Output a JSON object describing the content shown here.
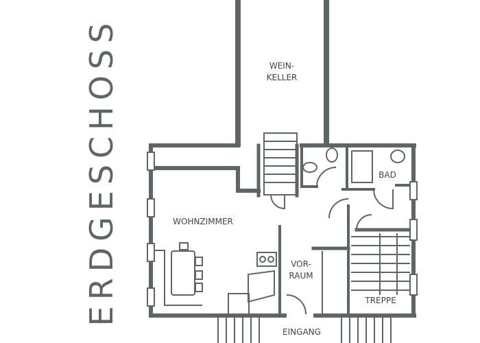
{
  "title": "ERDGESCHOSS",
  "rooms": {
    "weinkeller": [
      "WEIN-",
      "KELLER"
    ],
    "bad": "BAD",
    "wohnzimmer": "WOHNZIMMER",
    "vorraum": [
      "VOR-",
      "RAUM"
    ],
    "treppe": "TREPPE",
    "eingang": "EINGANG"
  },
  "colors": {
    "wall": "#5d6660",
    "text": "#3e4741",
    "background": "#ffffff"
  }
}
